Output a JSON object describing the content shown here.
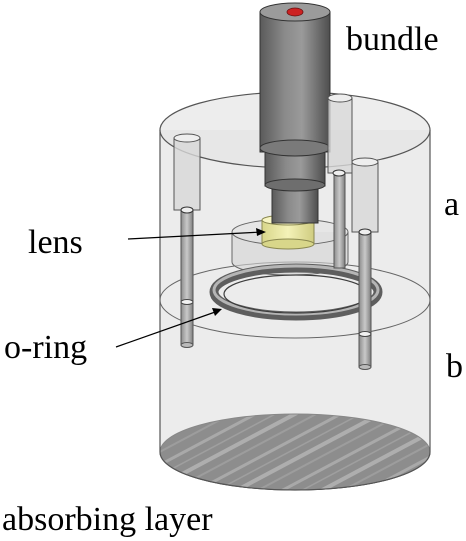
{
  "diagram": {
    "labels": {
      "bundle": "bundle",
      "a": "a",
      "lens": "lens",
      "oring": "o-ring",
      "b": "b",
      "absorbing": "absorbing layer"
    }
  }
}
